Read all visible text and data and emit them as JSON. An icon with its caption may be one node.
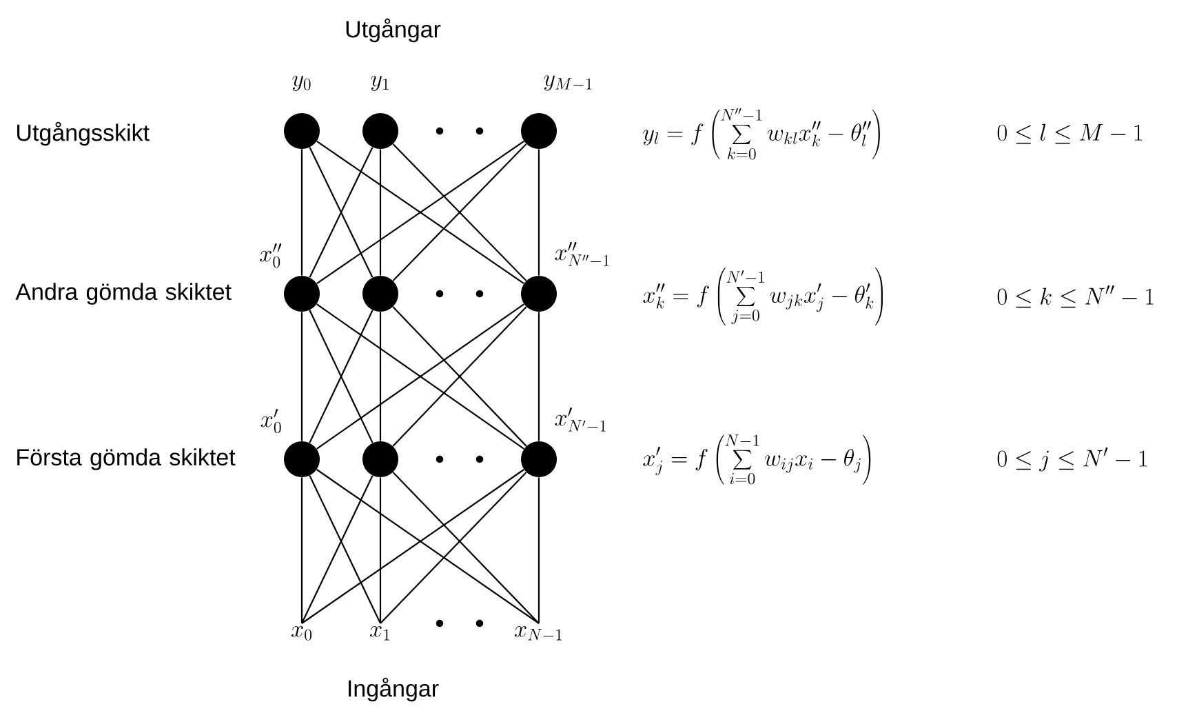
{
  "diagram": {
    "nodes": [
      {
        "text": [],
        "shape": "circle",
        "beside": [
          "y_0"
        ]
      },
      {
        "text": [],
        "shape": "circle",
        "beside": [
          "y_1"
        ]
      },
      {
        "text": [],
        "shape": "circle",
        "beside": [
          "y_{M-1}"
        ]
      },
      {
        "text": [],
        "shape": "circle",
        "beside": [
          "x''_0"
        ]
      },
      {
        "text": [],
        "shape": "circle"
      },
      {
        "text": [],
        "shape": "circle",
        "beside": [
          "x''_{N''-1}"
        ]
      },
      {
        "text": [],
        "shape": "circle",
        "beside": [
          "x'_0"
        ]
      },
      {
        "text": [],
        "shape": "circle"
      },
      {
        "text": [],
        "shape": "circle",
        "beside": [
          "x'_{N'-1}"
        ]
      },
      {
        "text": [
          "x_0"
        ]
      },
      {
        "text": [
          "x_1"
        ]
      },
      {
        "text": [
          "x_{N-1}"
        ]
      }
    ],
    "edges": [
      {
        "from": 0,
        "to": 3,
        "arrow": "none"
      },
      {
        "from": 0,
        "to": 4,
        "arrow": "none"
      },
      {
        "from": 0,
        "to": 5,
        "arrow": "none"
      },
      {
        "from": 1,
        "to": 3,
        "arrow": "none"
      },
      {
        "from": 1,
        "to": 4,
        "arrow": "none"
      },
      {
        "from": 1,
        "to": 5,
        "arrow": "none"
      },
      {
        "from": 2,
        "to": 3,
        "arrow": "none"
      },
      {
        "from": 2,
        "to": 4,
        "arrow": "none"
      },
      {
        "from": 2,
        "to": 5,
        "arrow": "none"
      },
      {
        "from": 3,
        "to": 6,
        "arrow": "none"
      },
      {
        "from": 3,
        "to": 7,
        "arrow": "none"
      },
      {
        "from": 3,
        "to": 8,
        "arrow": "none"
      },
      {
        "from": 4,
        "to": 6,
        "arrow": "none"
      },
      {
        "from": 4,
        "to": 7,
        "arrow": "none"
      },
      {
        "from": 4,
        "to": 8,
        "arrow": "none"
      },
      {
        "from": 5,
        "to": 6,
        "arrow": "none"
      },
      {
        "from": 5,
        "to": 7,
        "arrow": "none"
      },
      {
        "from": 5,
        "to": 8,
        "arrow": "none"
      },
      {
        "from": 6,
        "to": 9,
        "arrow": "none"
      },
      {
        "from": 6,
        "to": 10,
        "arrow": "none"
      },
      {
        "from": 6,
        "to": 11,
        "arrow": "none"
      },
      {
        "from": 7,
        "to": 9,
        "arrow": "none"
      },
      {
        "from": 7,
        "to": 10,
        "arrow": "none"
      },
      {
        "from": 7,
        "to": 11,
        "arrow": "none"
      },
      {
        "from": 8,
        "to": 9,
        "arrow": "none"
      },
      {
        "from": 8,
        "to": 10,
        "arrow": "none"
      },
      {
        "from": 8,
        "to": 11,
        "arrow": "none"
      }
    ],
    "labels": [
      "Utgångar",
      "Utgångsskikt",
      "y_l = f\\left(\\sum_{k=0}^{N''-1} w_{kl} x''_k - \\theta''_l\\right)",
      "0 \\le l \\le M-1",
      "Andra gömda skiktet",
      "x''_k = f\\left(\\sum_{j=0}^{N'-1} w_{jk} x'_j - \\theta'_k\\right)",
      "0 \\le k \\le N''-1",
      "Första gömda skiktet",
      "x'_j = f\\left(\\sum_{i=0}^{N-1} w_{ij} x_i - \\theta_j\\right)",
      "0 \\le j \\le N'-1",
      "Ingångar"
    ]
  }
}
